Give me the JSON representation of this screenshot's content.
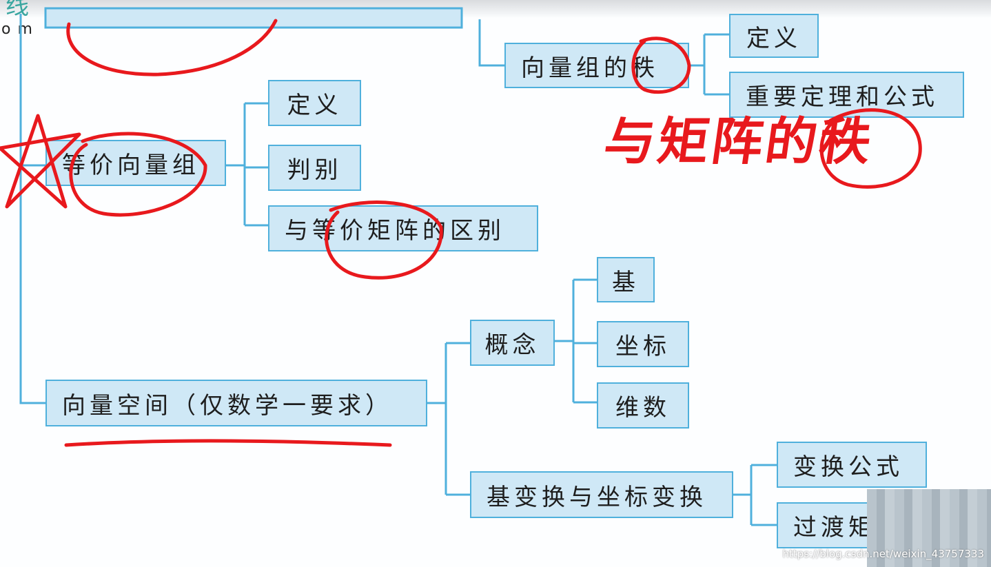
{
  "header": {
    "logo_text": "线",
    "logo_sub": "om"
  },
  "nodes": {
    "equiv_group": "等价向量组",
    "equiv_def": "定义",
    "equiv_judge": "判别",
    "equiv_diff": "与等价矩阵的区别",
    "rank": "向量组的秩",
    "rank_def": "定义",
    "rank_theorem": "重要定理和公式",
    "space": "向量空间（仅数学一要求）",
    "concept": "概念",
    "basis": "基",
    "coord": "坐标",
    "dim": "维数",
    "basis_change": "基变换与坐标变换",
    "transform_formula": "变换公式",
    "transition": "过渡矩"
  },
  "annotations": {
    "handwritten_note": "与矩阵的秩"
  },
  "watermark": "https://blog.csdn.net/weixin_43757333",
  "colors": {
    "box_fill": "#cfe8f6",
    "box_border": "#4fb0dc",
    "ink": "#e8191d",
    "line": "#4fb0dc"
  }
}
